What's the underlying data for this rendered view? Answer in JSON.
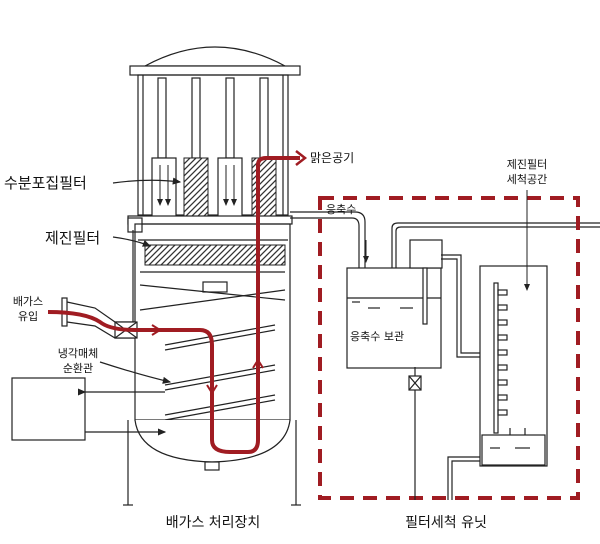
{
  "labels": {
    "clean_air": "맑은공기",
    "moisture_filter": "수분포집필터",
    "dust_filter": "제진필터",
    "exhaust_in_1": "배가스",
    "exhaust_in_2": "유입",
    "coolant_1": "냉각매체",
    "coolant_2": "순환관",
    "condensate": "응축수",
    "condensate_storage": "응축수 보관",
    "wash_space_1": "제진필터",
    "wash_space_2": "세척공간",
    "treatment_unit": "배가스 처리장치",
    "washing_unit": "필터세척 유닛"
  },
  "colors": {
    "flow": "#a01c22",
    "unit_border": "#a01c22",
    "line": "#222222"
  }
}
